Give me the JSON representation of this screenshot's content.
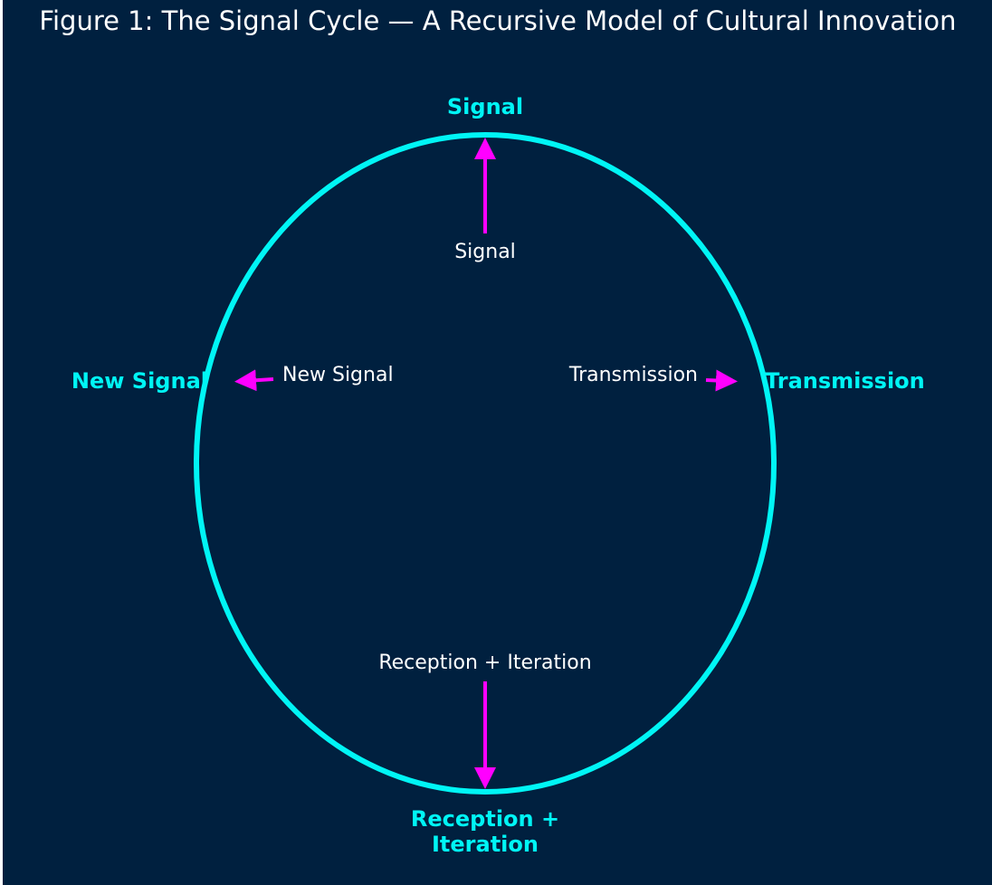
{
  "title": "Figure 1: The Signal Cycle — A Recursive Model of Cultural Innovation",
  "colors": {
    "background": "#00203f",
    "cycle": "#00f5f5",
    "arrow": "#ff00ff",
    "text": "#ffffff",
    "outer_label": "#00f5f5"
  },
  "outer_labels": {
    "top": "Signal",
    "right": "Transmission",
    "bottom_line1": "Reception +",
    "bottom_line2": "Iteration",
    "left": "New Signal"
  },
  "inner_labels": {
    "top": "Signal",
    "right": "Transmission",
    "bottom": "Reception + Iteration",
    "left": "New Signal"
  }
}
